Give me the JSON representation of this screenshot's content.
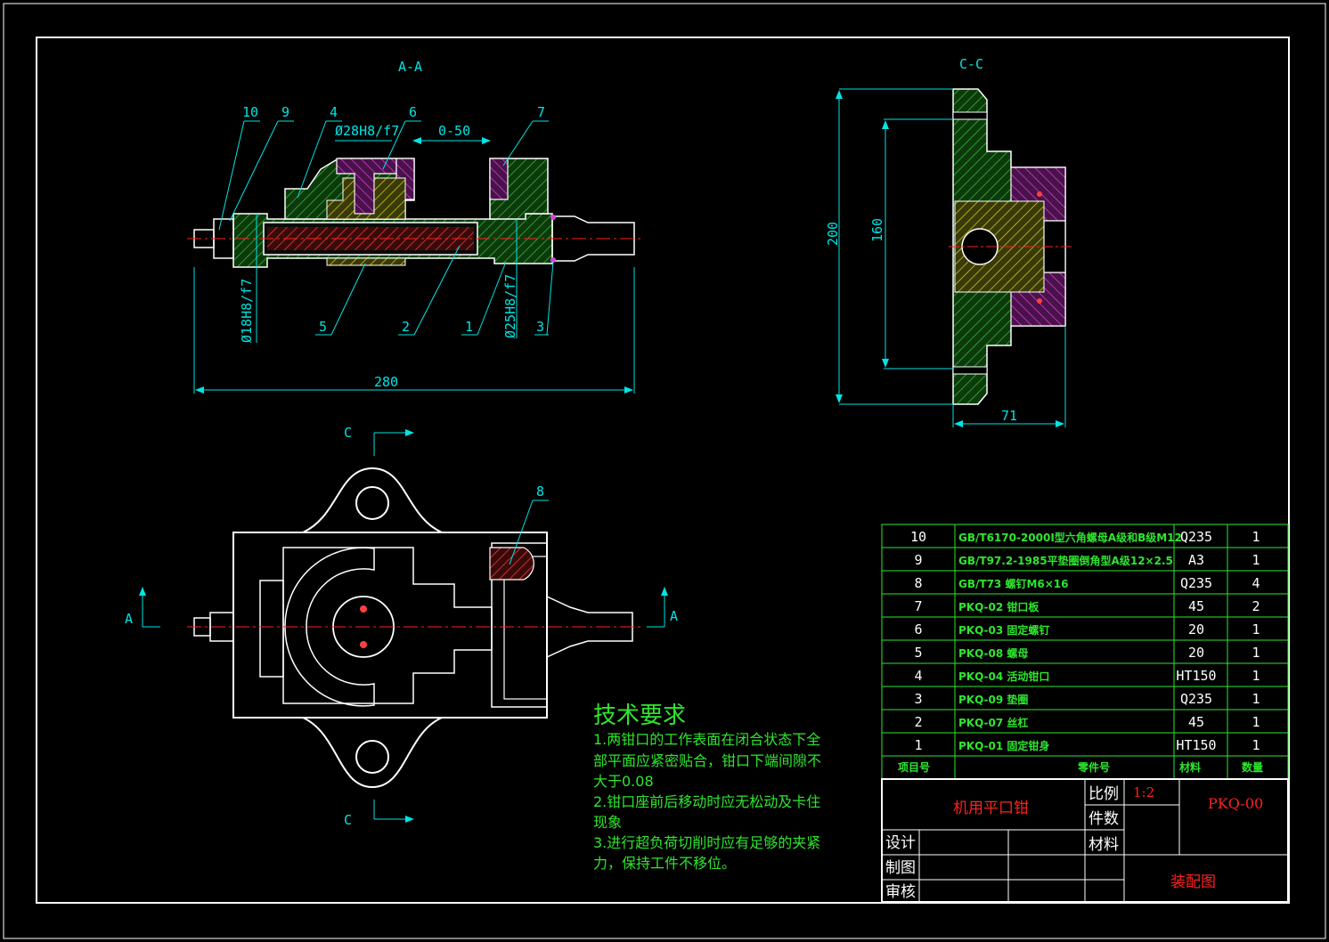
{
  "views": {
    "section_aa": {
      "title": "A-A",
      "dim_length": "280",
      "dim_stroke": "0-50",
      "fit_28": "Ø28H8/f7",
      "fit_18": "Ø18H8/f7",
      "fit_25": "Ø25H8/f7"
    },
    "section_cc": {
      "title": "C-C",
      "dim_height": "200",
      "dim_inner": "160",
      "dim_width": "71"
    },
    "top_view": {
      "label_c_top": "C",
      "label_c_bottom": "C",
      "label_a_left": "A",
      "label_a_right": "A"
    }
  },
  "balloons": {
    "b10": "10",
    "b9": "9",
    "b4": "4",
    "b6": "6",
    "b7": "7",
    "b5": "5",
    "b2": "2",
    "b1": "1",
    "b3": "3",
    "b8": "8"
  },
  "tech_requirements": {
    "title": "技术要求",
    "lines": [
      "1.两钳口的工作表面在闭合状态下全",
      "部平面应紧密贴合，钳口下端间隙不",
      "大于0.08",
      "2.钳口座前后移动时应无松动及卡住",
      "现象",
      "3.进行超负荷切削时应有足够的夹紧",
      "力，保持工件不移位。"
    ]
  },
  "bom": {
    "rows": [
      {
        "no": "10",
        "name": "GB/T6170-2000I型六角螺母A级和B级M12",
        "material": "Q235",
        "qty": "1"
      },
      {
        "no": "9",
        "name": "GB/T97.2-1985平垫圈倒角型A级12×2.5",
        "material": "A3",
        "qty": "1"
      },
      {
        "no": "8",
        "name": "GB/T73 螺钉M6×16",
        "material": "Q235",
        "qty": "4"
      },
      {
        "no": "7",
        "name": "PKQ-02 钳口板",
        "material": "45",
        "qty": "2"
      },
      {
        "no": "6",
        "name": "PKQ-03 固定螺钉",
        "material": "20",
        "qty": "1"
      },
      {
        "no": "5",
        "name": "PKQ-08 螺母",
        "material": "20",
        "qty": "1"
      },
      {
        "no": "4",
        "name": "PKQ-04 活动钳口",
        "material": "HT150",
        "qty": "1"
      },
      {
        "no": "3",
        "name": "PKQ-09 垫圈",
        "material": "Q235",
        "qty": "1"
      },
      {
        "no": "2",
        "name": "PKQ-07 丝杠",
        "material": "45",
        "qty": "1"
      },
      {
        "no": "1",
        "name": "PKQ-01 固定钳身",
        "material": "HT150",
        "qty": "1"
      }
    ],
    "headers": {
      "no": "项目号",
      "name": "零件号",
      "material": "材料",
      "qty": "数量"
    }
  },
  "title_block": {
    "part_name": "机用平口钳",
    "scale_label": "比例",
    "scale_value": "1:2",
    "count_label": "件数",
    "material_label": "材料",
    "drawing_no": "PKQ-00",
    "design_label": "设计",
    "draw_label": "制图",
    "review_label": "审核",
    "drawing_type": "装配图"
  },
  "colors": {
    "background": "#000000",
    "outline": "#ffffff",
    "dimension": "#00e5e5",
    "hatch_green": "#35c535",
    "hatch_magenta": "#cc33cc",
    "hatch_yellow": "#d8d820",
    "centerline": "#ff2020",
    "text_green": "#2ee62e",
    "text_red": "#ff2020"
  }
}
